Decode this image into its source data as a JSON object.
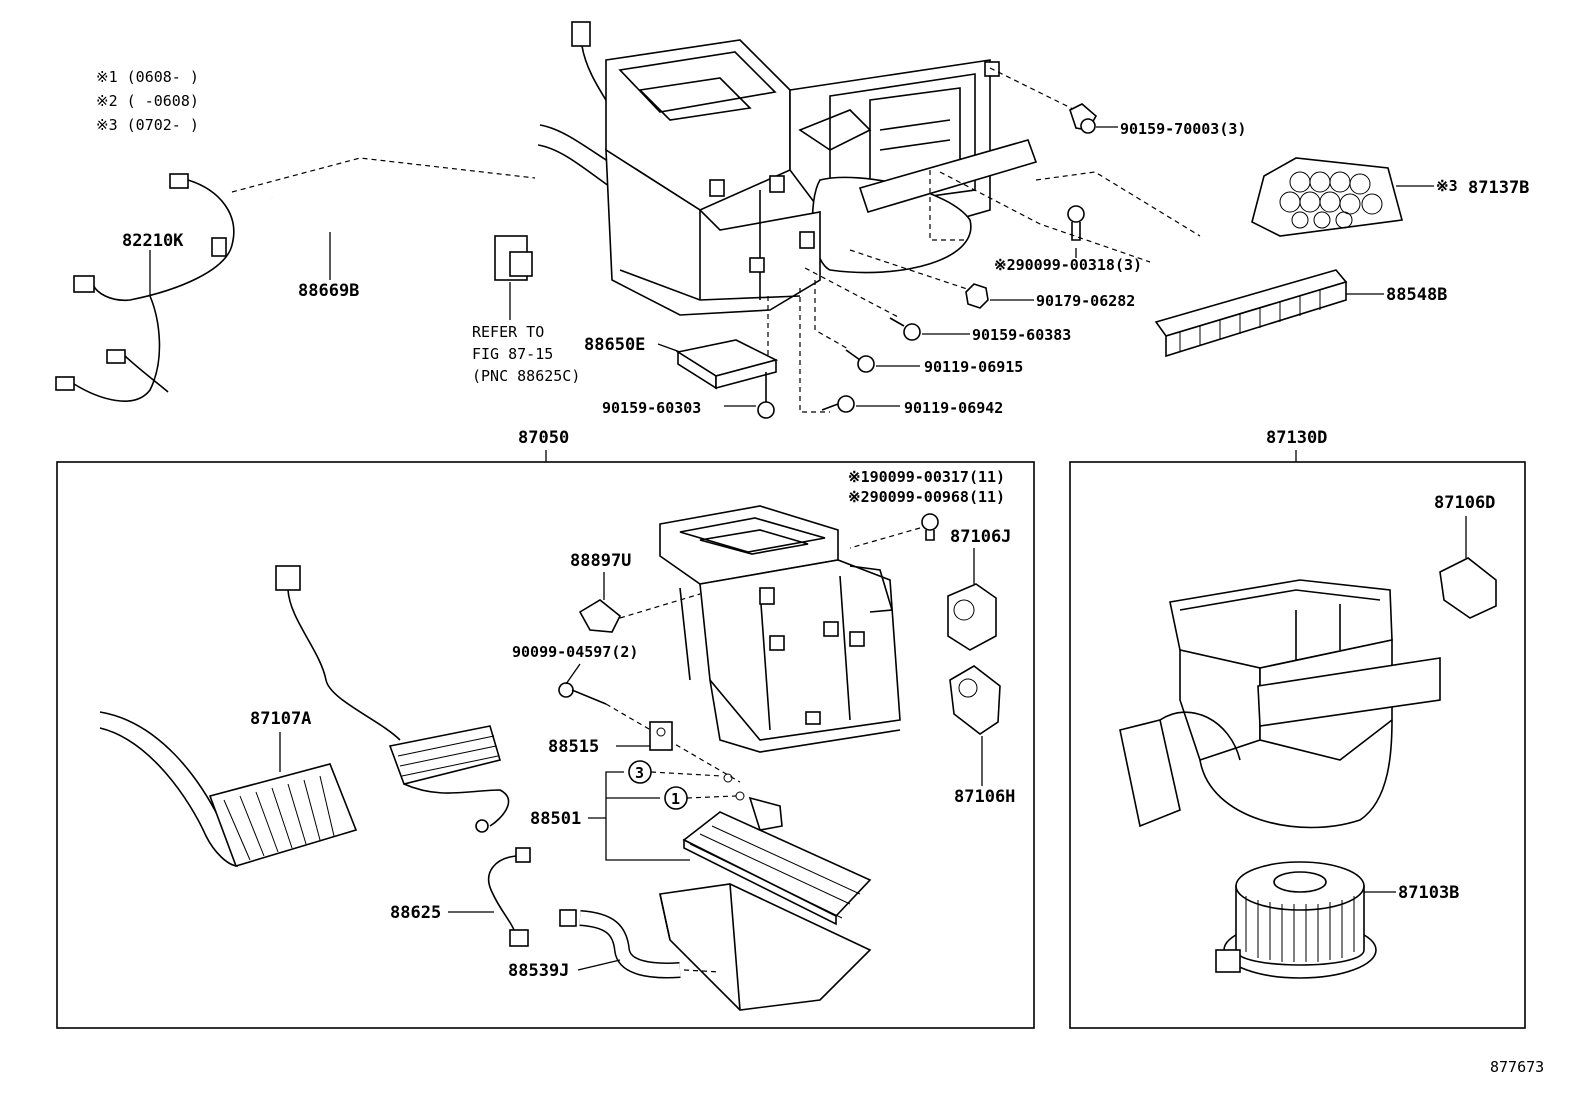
{
  "legend": {
    "note1": "※1 (0608-     )",
    "note2": "※2 (     -0608)",
    "note3": "※3 (0702-     )"
  },
  "callouts": {
    "p82210K": "82210K",
    "p88669B": "88669B",
    "refer1": "REFER TO",
    "refer2": "FIG 87-15",
    "refer3": "(PNC 88625C)",
    "p88650E": "88650E",
    "p90159_60303": "90159-60303",
    "p90159_70003": "90159-70003(3)",
    "p90099_00318": "※290099-00318(3)",
    "p90179_06282": "90179-06282",
    "p90159_60383": "90159-60383",
    "p90119_06915": "90119-06915",
    "p90119_06942": "90119-06942",
    "p87137B_mark": "※3",
    "p87137B": "87137B",
    "p88548B": "88548B",
    "p87050": "87050",
    "p87130D": "87130D",
    "p90099_00317": "※190099-00317(11)",
    "p90099_00968": "※290099-00968(11)",
    "p87106J": "87106J",
    "p88897U": "88897U",
    "p90099_04597": "90099-04597(2)",
    "p87107A": "87107A",
    "p88515": "88515",
    "p88501": "88501",
    "p88625": "88625",
    "p88539J": "88539J",
    "p87106H": "87106H",
    "p87106D": "87106D",
    "p87103B": "87103B",
    "circle3": "3",
    "circle1": "1"
  },
  "figure_number": "877673"
}
